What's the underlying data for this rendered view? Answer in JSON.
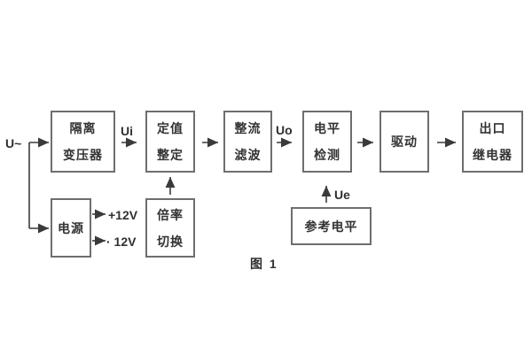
{
  "figure": {
    "caption": "图 1",
    "colors": {
      "background": "#ffffff",
      "box_border": "#6e6e6e",
      "wire": "#3a3a3a",
      "text": "#333333"
    },
    "input_label": "U~",
    "blocks": {
      "isolation_transformer": {
        "line1": "隔离",
        "line2": "变压器"
      },
      "setting_adjust": {
        "line1": "定值",
        "line2": "整定"
      },
      "rectifier_filter": {
        "line1": "整流",
        "line2": "滤波"
      },
      "level_detect": {
        "line1": "电平",
        "line2": "检测"
      },
      "drive": {
        "label": "驱动"
      },
      "output_relay": {
        "line1": "出口",
        "line2": "继电器"
      },
      "power_supply": {
        "label": "电源"
      },
      "ratio_switch": {
        "line1": "倍率",
        "line2": "切换"
      },
      "reference_level": {
        "label": "参考电平"
      }
    },
    "signals": {
      "ui": "Ui",
      "uo": "Uo",
      "ue": "Ue",
      "plus12v": "+12V",
      "minus12v": "· 12V"
    }
  }
}
